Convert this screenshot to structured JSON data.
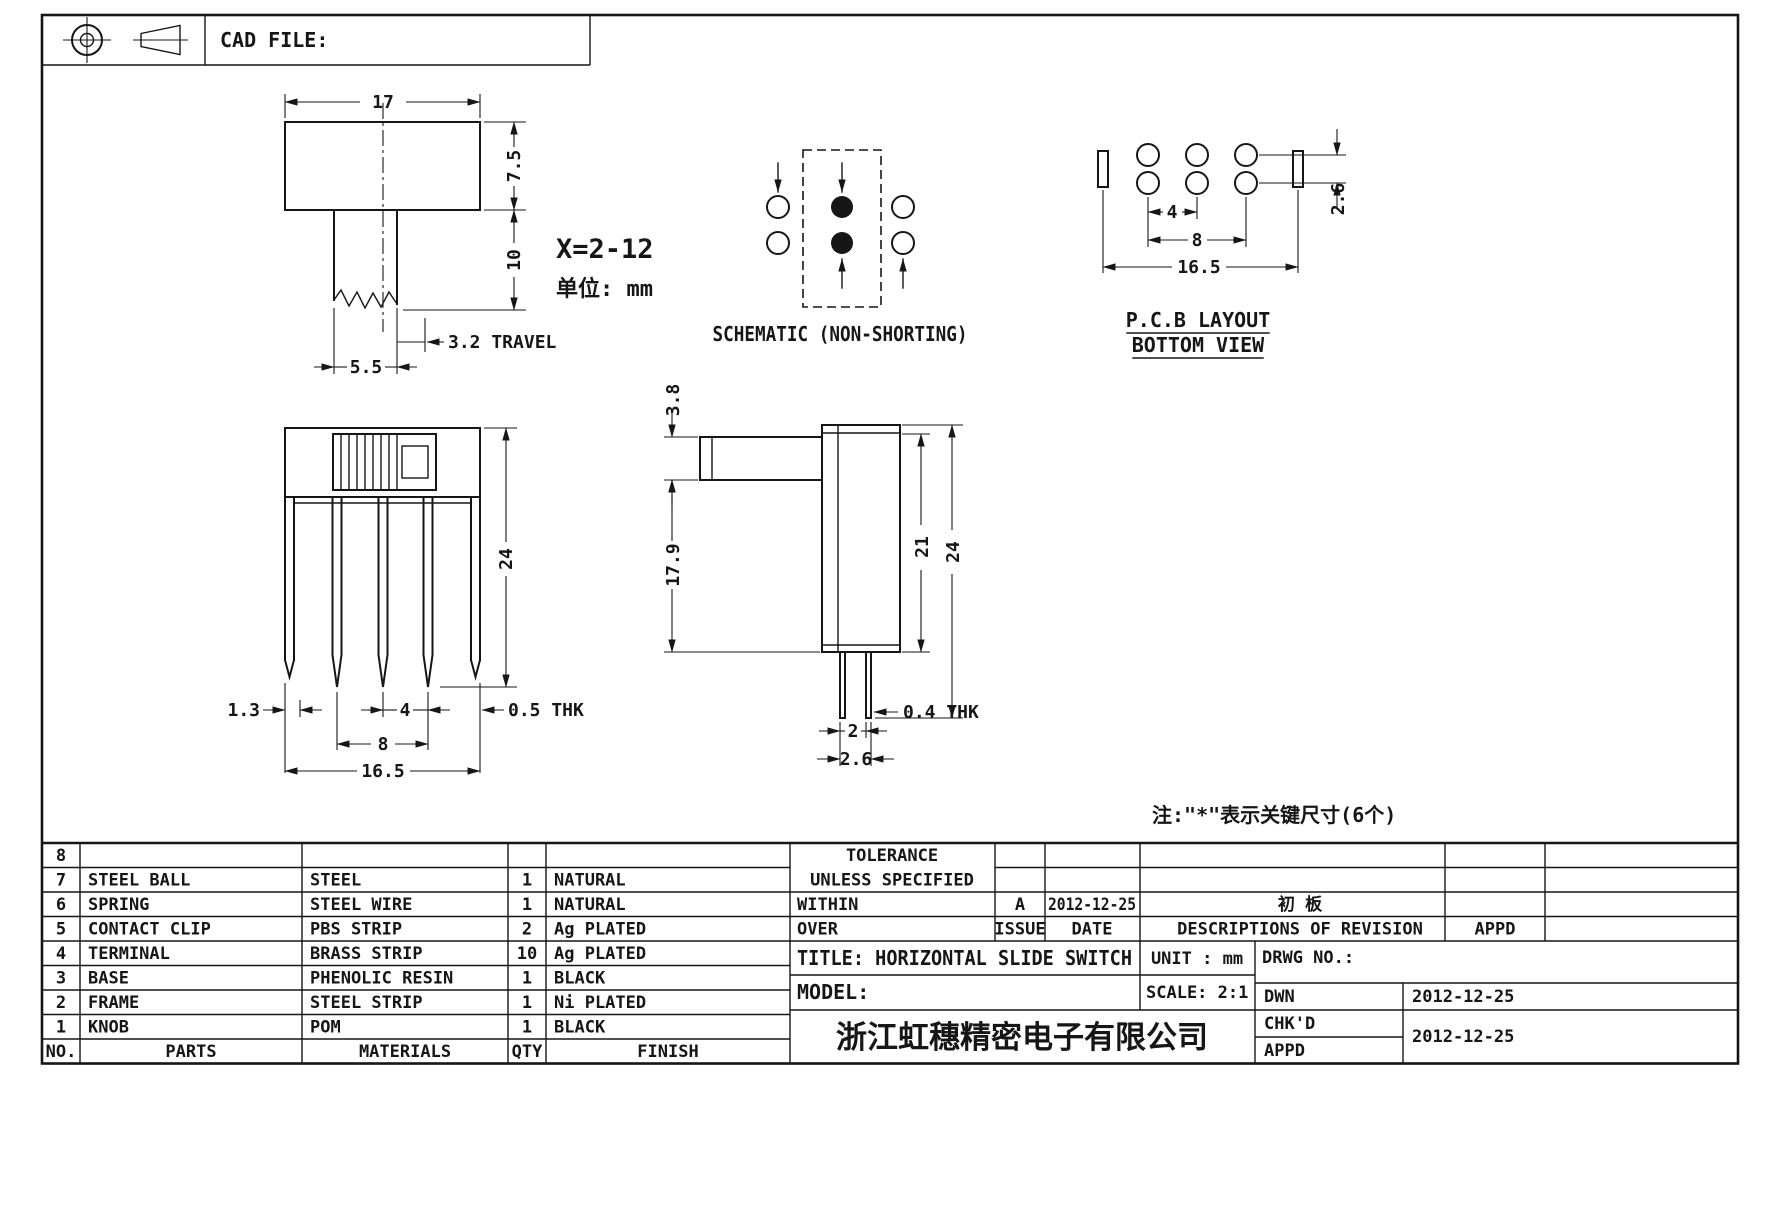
{
  "colors": {
    "company_text": "#d8221e",
    "line": "#161616"
  },
  "sheet": {
    "cad_file_label": "CAD FILE:",
    "key_note": "注:\"*\"表示关键尺寸(6个)"
  },
  "notes": {
    "positions": "X=2-12",
    "unit": "单位: mm"
  },
  "views": {
    "front": {
      "dims": {
        "width": "17",
        "body_height": "7.5",
        "stem_length": "10",
        "travel": "3.2 TRAVEL",
        "knob_width": "5.5"
      }
    },
    "schematic": {
      "caption": "SCHEMATIC (NON-SHORTING)"
    },
    "pcb": {
      "caption1": "P.C.B LAYOUT",
      "caption2": "BOTTOM VIEW",
      "dims": {
        "pitch": "4",
        "span": "8",
        "overall": "16.5",
        "row_gap": "2.6"
      }
    },
    "side": {
      "dims": {
        "height": "24",
        "edge_to_pin": "1.3",
        "pin_pitch": "4",
        "pin_span": "8",
        "overall": "16.5",
        "thickness": "0.5 THK"
      }
    },
    "profile": {
      "dims": {
        "stem_height": "3.8",
        "body_depth": "17.9",
        "inner_height": "21",
        "total_height": "24",
        "pin_thickness": "0.4 THK",
        "pin_gap": "2",
        "pin_span": "2.6"
      }
    }
  },
  "parts_table": {
    "headers": {
      "no": "NO.",
      "parts": "PARTS",
      "materials": "MATERIALS",
      "qty": "QTY",
      "finish": "FINISH"
    },
    "rows": [
      {
        "no": "8",
        "parts": "",
        "materials": "",
        "qty": "",
        "finish": ""
      },
      {
        "no": "7",
        "parts": "STEEL BALL",
        "materials": "STEEL",
        "qty": "1",
        "finish": "NATURAL"
      },
      {
        "no": "6",
        "parts": "SPRING",
        "materials": "STEEL WIRE",
        "qty": "1",
        "finish": "NATURAL"
      },
      {
        "no": "5",
        "parts": "CONTACT CLIP",
        "materials": "PBS STRIP",
        "qty": "2",
        "finish": "Ag PLATED"
      },
      {
        "no": "4",
        "parts": "TERMINAL",
        "materials": "BRASS STRIP",
        "qty": "10",
        "finish": "Ag PLATED"
      },
      {
        "no": "3",
        "parts": "BASE",
        "materials": "PHENOLIC RESIN",
        "qty": "1",
        "finish": "BLACK"
      },
      {
        "no": "2",
        "parts": "FRAME",
        "materials": "STEEL STRIP",
        "qty": "1",
        "finish": "Ni PLATED"
      },
      {
        "no": "1",
        "parts": "KNOB",
        "materials": "POM",
        "qty": "1",
        "finish": "BLACK"
      }
    ]
  },
  "title_block": {
    "tolerance_title": "TOLERANCE",
    "tolerance_sub": "UNLESS  SPECIFIED",
    "within": "WITHIN",
    "over": "OVER",
    "issue_col": "ISSUE",
    "date_col": "DATE",
    "desc_col": "DESCRIPTIONS OF REVISION",
    "appd_col": "APPD",
    "revision": {
      "issue": "A",
      "date": "2012-12-25",
      "description": "初 板"
    },
    "title": "TITLE: HORIZONTAL SLIDE SWITCH",
    "unit": "UNIT : mm",
    "drwg_no": "DRWG NO.:",
    "model": "MODEL:",
    "scale": "SCALE: 2:1",
    "dwn_label": "DWN",
    "chkd_label": "CHK'D",
    "appd_label": "APPD",
    "dwn_date": "2012-12-25",
    "appd_date": "2012-12-25",
    "company": "浙江虹穗精密电子有限公司"
  }
}
